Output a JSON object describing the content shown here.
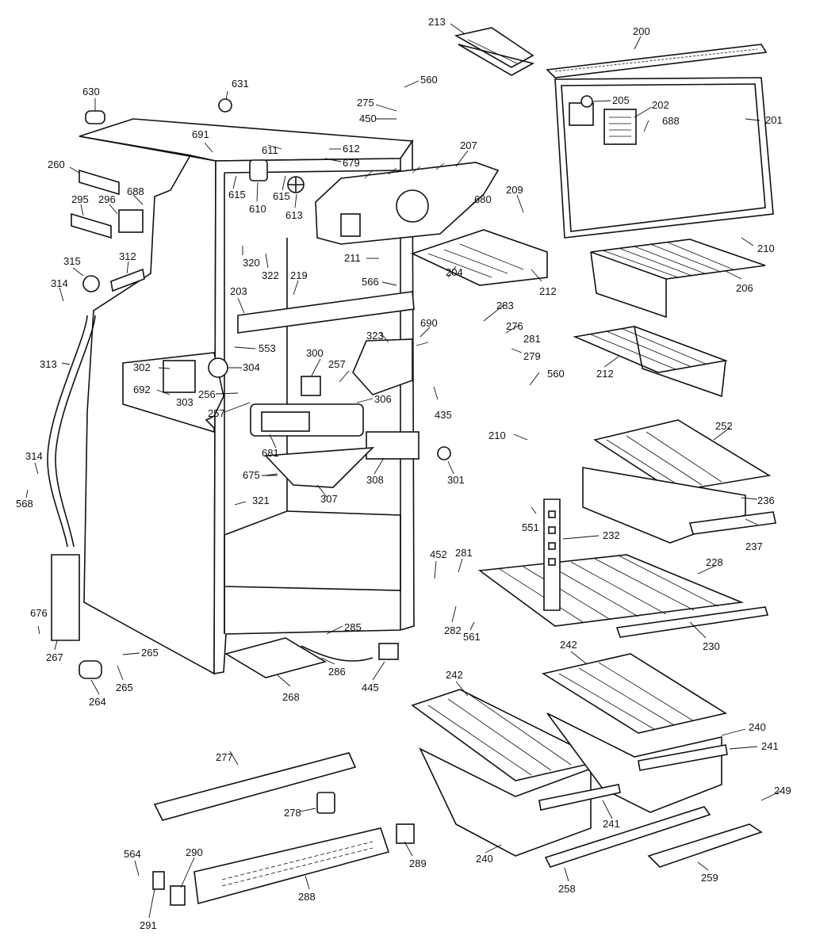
{
  "labels": {
    "l200": "200",
    "l201": "201",
    "l202": "202",
    "l203": "203",
    "l204": "204",
    "l205": "205",
    "l206": "206",
    "l207": "207",
    "l209": "209",
    "l210a": "210",
    "l210b": "210",
    "l211": "211",
    "l212a": "212",
    "l212b": "212",
    "l213": "213",
    "l219": "219",
    "l228": "228",
    "l230": "230",
    "l232": "232",
    "l236": "236",
    "l237": "237",
    "l240a": "240",
    "l240b": "240",
    "l241a": "241",
    "l241b": "241",
    "l242a": "242",
    "l242b": "242",
    "l249": "249",
    "l252": "252",
    "l256": "256",
    "l257a": "257",
    "l257b": "257",
    "l258": "258",
    "l259": "259",
    "l260": "260",
    "l264": "264",
    "l265a": "265",
    "l265b": "265",
    "l267": "267",
    "l268": "268",
    "l275": "275",
    "l276": "276",
    "l277": "277",
    "l278": "278",
    "l279": "279",
    "l281a": "281",
    "l281b": "281",
    "l282": "282",
    "l283": "283",
    "l285": "285",
    "l286": "286",
    "l288": "288",
    "l289": "289",
    "l290": "290",
    "l291": "291",
    "l295": "295",
    "l296": "296",
    "l300": "300",
    "l301": "301",
    "l302": "302",
    "l303": "303",
    "l304": "304",
    "l306": "306",
    "l307": "307",
    "l308": "308",
    "l312": "312",
    "l313": "313",
    "l314a": "314",
    "l314b": "314",
    "l315": "315",
    "l320": "320",
    "l321": "321",
    "l322": "322",
    "l323": "323",
    "l435": "435",
    "l445": "445",
    "l450": "450",
    "l452": "452",
    "l551": "551",
    "l553": "553",
    "l560a": "560",
    "l560b": "560",
    "l561": "561",
    "l564": "564",
    "l566": "566",
    "l568": "568",
    "l610": "610",
    "l611": "611",
    "l612": "612",
    "l613": "613",
    "l615a": "615",
    "l615b": "615",
    "l630": "630",
    "l631": "631",
    "l675": "675",
    "l676": "676",
    "l679": "679",
    "l680": "680",
    "l681": "681",
    "l688a": "688",
    "l688b": "688",
    "l690": "690",
    "l691": "691",
    "l692": "692"
  }
}
